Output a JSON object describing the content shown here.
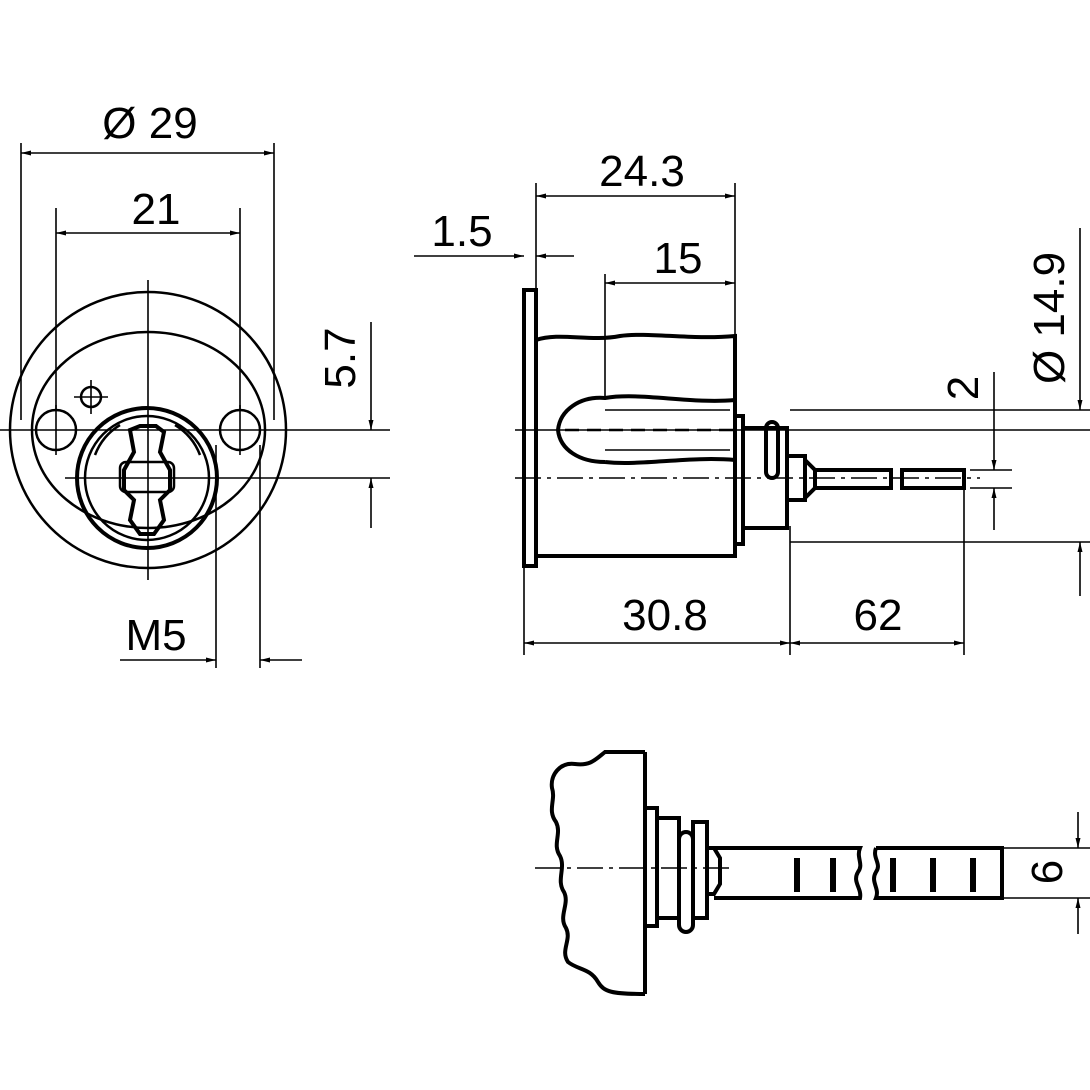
{
  "dimensions": {
    "front_outer_diameter": "Ø 29",
    "front_hole_spacing": "21",
    "front_offset": "5.7",
    "front_thread": "M5",
    "side_flange_thickness": "1.5",
    "side_body_length": "24.3",
    "side_hidden_length": "15",
    "side_diameter": "Ø 14.9",
    "side_small": "2",
    "side_overall_length": "30.8",
    "side_tail_length": "62",
    "detail_tail_width": "6"
  }
}
